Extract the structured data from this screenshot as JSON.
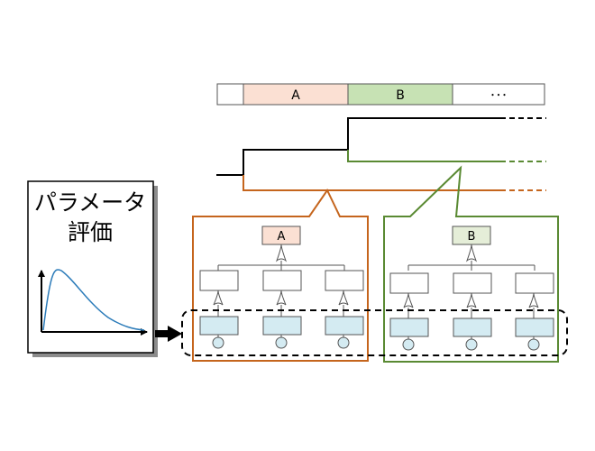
{
  "header_bar": {
    "cells": [
      {
        "label": "",
        "fill": "#ffffff"
      },
      {
        "label": "A",
        "fill": "#fbe0d3"
      },
      {
        "label": "B",
        "fill": "#c7e2b4"
      },
      {
        "label": "･･･",
        "fill": "#ffffff"
      }
    ]
  },
  "param_box": {
    "title_line1": "パラメータ",
    "title_line2": "評価"
  },
  "panels": [
    {
      "gate_label": "A",
      "gate_fill": "#fbe0d3",
      "border_color": "#c5651d"
    },
    {
      "gate_label": "B",
      "gate_fill": "#e5eed8",
      "border_color": "#5a8a33"
    }
  ],
  "colors": {
    "branch_a": "#c5651d",
    "branch_b": "#5a8a33",
    "basic_event_fill": "#d4ebf2",
    "curve": "#2b7bb9",
    "line": "#000000"
  }
}
